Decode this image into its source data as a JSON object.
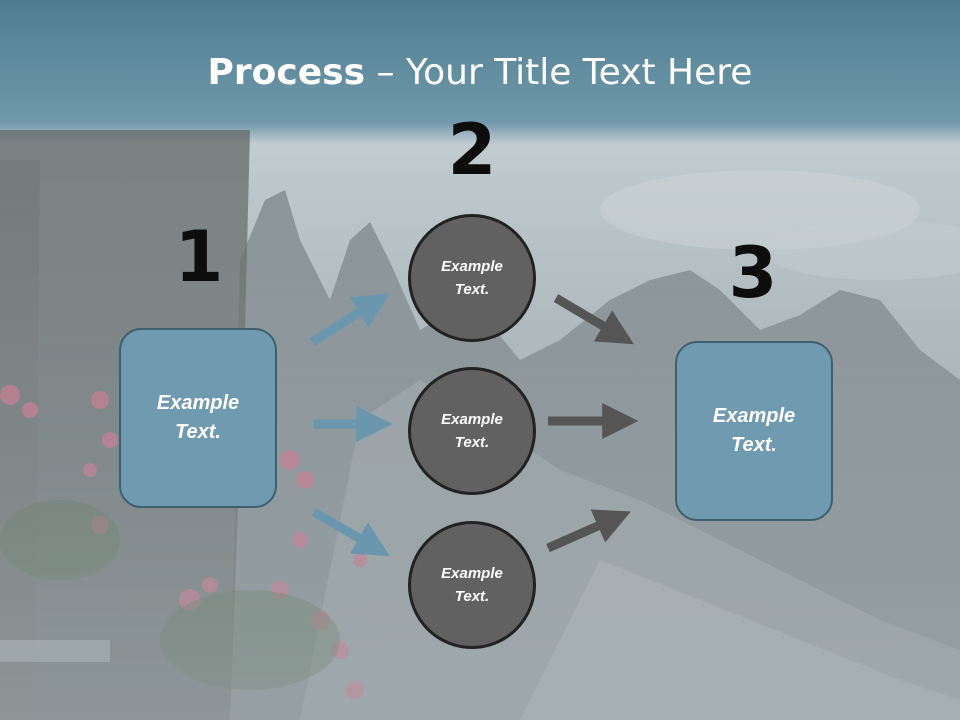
{
  "title": {
    "bold": "Process",
    "rest": " – Your Title Text Here"
  },
  "steps": {
    "one": "1",
    "two": "2",
    "three": "3"
  },
  "left_box": {
    "text": "Example Text."
  },
  "right_box": {
    "text": "Example Text."
  },
  "circles": [
    {
      "text": "Example Text."
    },
    {
      "text": "Example Text."
    },
    {
      "text": "Example Text."
    }
  ],
  "colors": {
    "box_fill": "#6f9aaf",
    "box_border": "#3e5f6e",
    "circle_fill": "#616161",
    "blue_arrow": "#6a97ad",
    "gray_arrow": "#555555",
    "header_band": "#5a8799"
  }
}
